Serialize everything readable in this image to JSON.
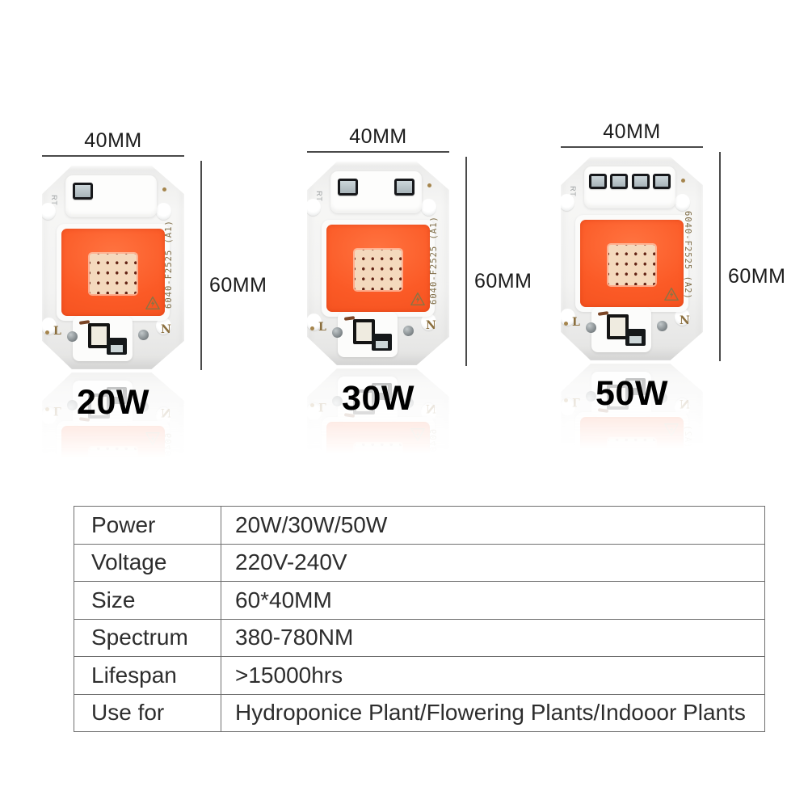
{
  "products": [
    {
      "width_label": "40MM",
      "height_label": "60MM",
      "power_label": "20W",
      "chip_code": "6040-F2525 (A1)",
      "top_component_count": 1
    },
    {
      "width_label": "40MM",
      "height_label": "60MM",
      "power_label": "30W",
      "chip_code": "6040-F2525 (A1)",
      "top_component_count": 2
    },
    {
      "width_label": "40MM",
      "height_label": "60MM",
      "power_label": "50W",
      "chip_code": "6040-F2525 (A2)",
      "top_component_count": 4
    }
  ],
  "chip_markings": {
    "terminal_left": "L",
    "terminal_right": "N",
    "side_mark": "RT"
  },
  "spec_table": {
    "rows": [
      {
        "label": "Power",
        "value": "20W/30W/50W"
      },
      {
        "label": "Voltage",
        "value": "220V-240V"
      },
      {
        "label": "Size",
        "value": "60*40MM"
      },
      {
        "label": "Spectrum",
        "value": "380-780NM"
      },
      {
        "label": "Lifespan",
        "value": ">15000hrs"
      },
      {
        "label": "Use for",
        "value": "Hydroponice Plant/Flowering Plants/Indooor Plants"
      }
    ]
  },
  "colors": {
    "led_orange": "#fb5a26",
    "pcb_white": "#f3f3f2",
    "marking_gold": "#8b7344",
    "dimension_line": "#4a4a4a",
    "dimension_text": "#1c1c1c",
    "table_border": "#6f6f6f",
    "table_text": "#2d2d2d"
  }
}
